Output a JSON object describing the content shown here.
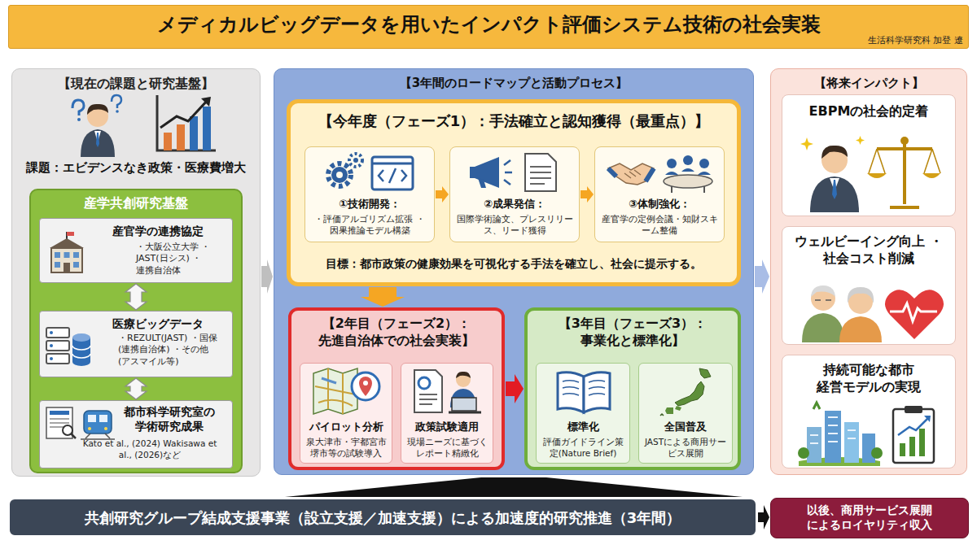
{
  "diagram": {
    "title": "メディカルビッグデータを用いたインパクト評価システム技術の社会実装",
    "nodes": [
      {
        "text": [
          "【現在の課題と研究基盤】",
          "課題：エビデンスなき政策・医療費増大"
        ]
      },
      {
        "text": [
          "産学共創研究基盤"
        ],
        "in": 0
      },
      {
        "text": [
          "産官学の連携協定",
          "・大阪公立大学 ・JAST(日シス) ・連携自治体"
        ],
        "in": 1
      },
      {
        "text": [
          "医療ビッグデータ",
          "・REZULT(JAST) ・国保(連携自治体) ・その他(アスマイル等)"
        ],
        "in": 1
      },
      {
        "text": [
          "都市科学研究室の学術研究成果",
          "Kato et al., (2024) Wakisawa et al., (2026)など"
        ],
        "in": 1
      },
      {
        "text": [
          "【3年間のロードマップと活動プロセス】"
        ]
      },
      {
        "text": [
          "【今年度（フェーズ1）：手法確立と認知獲得（最重点）】",
          "目標：都市政策の健康効果を可視化する手法を確立し、社会に提示する。"
        ],
        "in": 5
      },
      {
        "text": [
          "①技術開発：",
          "・評価アルゴリズム拡張 ・因果推論モデル構築"
        ],
        "in": 6
      },
      {
        "text": [
          "②成果発信：",
          "国際学術論文、プレスリリース、リード獲得"
        ],
        "in": 6
      },
      {
        "text": [
          "③体制強化：",
          "産官学の定例会議・知財スキーム整備"
        ],
        "in": 6
      },
      {
        "text": [
          "【2年目（フェーズ2）： 先進自治体での社会実装】"
        ],
        "in": 5
      },
      {
        "text": [
          "パイロット分析",
          "泉大津市・宇都宮市 堺市等の試験導入"
        ],
        "in": 10
      },
      {
        "text": [
          "政策試験適用",
          "現場ニーズに基づく レポート精緻化"
        ],
        "in": 10
      },
      {
        "text": [
          "【3年目（フェーズ3）： 事業化と標準化】"
        ],
        "in": 5
      },
      {
        "text": [
          "標準化",
          "評価ガイドライン策定(Nature Brief)"
        ],
        "in": 13
      },
      {
        "text": [
          "全国普及",
          "JASTによる商用サービス展開"
        ],
        "in": 13
      },
      {
        "text": [
          "【将来インパクト】"
        ]
      },
      {
        "text": [
          "EBPMの社会的定着"
        ],
        "in": 16
      },
      {
        "text": [
          "ウェルビーイング向上 ・社会コスト削減"
        ],
        "in": 16
      },
      {
        "text": [
          "持続可能な都市 経営モデルの実現"
        ],
        "in": 16
      },
      {
        "text": [
          "共創研究グループ結成支援事業（設立支援／加速支援）による加速度的研究推進（3年間）"
        ]
      },
      {
        "text": [
          "以後、商用サービス展開 によるロイヤリティ収入"
        ]
      }
    ],
    "edges": [
      {
        "from": 2,
        "to": 3,
        "arrow": "both"
      },
      {
        "from": 3,
        "to": 4,
        "arrow": "both"
      },
      {
        "from": 0,
        "to": 5,
        "arrow": "to"
      },
      {
        "from": 5,
        "to": 16,
        "arrow": "to"
      },
      {
        "from": 7,
        "to": 8,
        "arrow": "to"
      },
      {
        "from": 8,
        "to": 9,
        "arrow": "to"
      },
      {
        "from": 6,
        "to": 10,
        "arrow": "to"
      },
      {
        "from": 10,
        "to": 13,
        "arrow": "to"
      },
      {
        "from": 20,
        "to": 5,
        "arrow": "to"
      },
      {
        "from": 20,
        "to": 21,
        "arrow": "to"
      }
    ],
    "labels": [
      "生活科学研究科 加登 遼"
    ]
  }
}
